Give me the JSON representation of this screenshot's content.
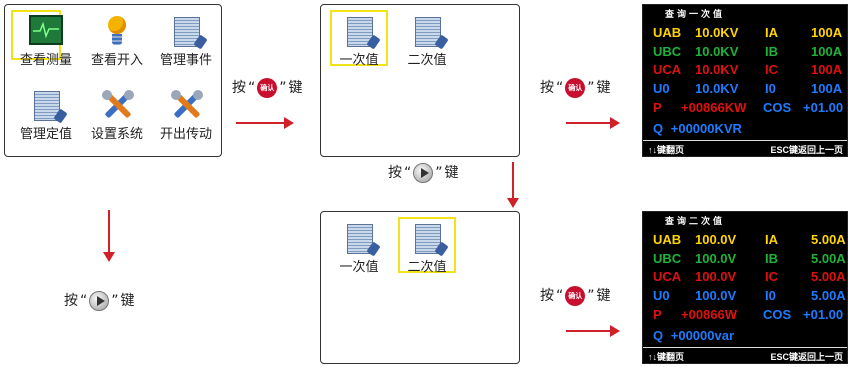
{
  "colors": {
    "arrow": "#d0202a",
    "confirm_key": "#c8102e",
    "selection": "#f2e21a",
    "lcd_yellow": "#ffd400",
    "lcd_green": "#1db33a",
    "lcd_red": "#e01010",
    "lcd_blue": "#1e7bff"
  },
  "menu": {
    "items": [
      {
        "label": "查看测量",
        "icon": "monitor-icon"
      },
      {
        "label": "查看开入",
        "icon": "lightbulb-icon"
      },
      {
        "label": "管理事件",
        "icon": "document-icon"
      },
      {
        "label": "管理定值",
        "icon": "document-icon"
      },
      {
        "label": "设置系统",
        "icon": "tools-icon"
      },
      {
        "label": "开出传动",
        "icon": "tools-icon"
      }
    ],
    "selected": "查看测量"
  },
  "submenu": {
    "items": [
      {
        "label": "一次值",
        "icon": "document-icon"
      },
      {
        "label": "二次值",
        "icon": "document-icon"
      }
    ]
  },
  "captions": {
    "press": "按",
    "open_quote": "“",
    "close_quote": "”",
    "key": "键",
    "confirm_label": "确认",
    "play_icon": "right-arrow-key-icon"
  },
  "lcd1": {
    "title": "查询一次值",
    "rows": [
      {
        "name": "UAB",
        "value": "10.0KV",
        "cname": "IA",
        "cvalue": "100A",
        "color": "yellow"
      },
      {
        "name": "UBC",
        "value": "10.0KV",
        "cname": "IB",
        "cvalue": "100A",
        "color": "green"
      },
      {
        "name": "UCA",
        "value": "10.0KV",
        "cname": "IC",
        "cvalue": "100A",
        "color": "red"
      },
      {
        "name": "U0",
        "value": "10.0KV",
        "cname": "I0",
        "cvalue": "100A",
        "color": "blue"
      }
    ],
    "p_label": "P",
    "p_value": "+00866KW",
    "cos_label": "COS",
    "cos_value": "+01.00",
    "q_label": "Q",
    "q_value": "+00000KVR",
    "footer_left": "↑↓键翻页",
    "footer_right": "ESC键返回上一页"
  },
  "lcd2": {
    "title": "查询二次值",
    "rows": [
      {
        "name": "UAB",
        "value": "100.0V",
        "cname": "IA",
        "cvalue": "5.00A",
        "color": "yellow"
      },
      {
        "name": "UBC",
        "value": "100.0V",
        "cname": "IB",
        "cvalue": "5.00A",
        "color": "green"
      },
      {
        "name": "UCA",
        "value": "100.0V",
        "cname": "IC",
        "cvalue": "5.00A",
        "color": "red"
      },
      {
        "name": "U0",
        "value": "100.0V",
        "cname": "I0",
        "cvalue": "5.00A",
        "color": "blue"
      }
    ],
    "p_label": "P",
    "p_value": "+00866W",
    "cos_label": "COS",
    "cos_value": "+01.00",
    "q_label": "Q",
    "q_value": "+00000var",
    "footer_left": "↑↓键翻页",
    "footer_right": "ESC键返回上一页"
  }
}
